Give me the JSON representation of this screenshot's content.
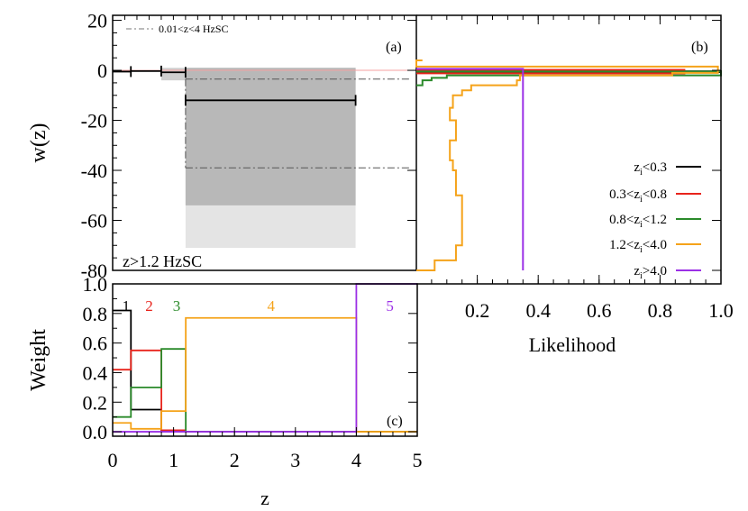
{
  "chart_data": [
    {
      "id": "a",
      "type": "line",
      "panel_label": "(a)",
      "ylabel": "w(z)",
      "ylim": [
        -80,
        22
      ],
      "yticks": [
        20,
        0,
        -20,
        -40,
        -60,
        -80
      ],
      "tick_labels": [
        "20",
        "0",
        "-20",
        "-40",
        "-60",
        "-80"
      ],
      "legend": "0.01<z<4 HzSC",
      "annotation": "z>1.2 HzSC",
      "xlim": [
        0,
        5
      ],
      "bands": [
        {
          "x": [
            0.8,
            1.2
          ],
          "y": [
            -4,
            1
          ],
          "color": "#cfcfcf"
        },
        {
          "x": [
            1.2,
            4.0
          ],
          "y": [
            -71,
            1
          ],
          "color": "#e4e4e4"
        },
        {
          "x": [
            1.2,
            4.0
          ],
          "y": [
            -54,
            1
          ],
          "color": "#b8b8b8"
        }
      ],
      "steps": [
        {
          "x": [
            0,
            0.3
          ],
          "w": -0.5
        },
        {
          "x": [
            0.3,
            0.8
          ],
          "w": -0.3
        },
        {
          "x": [
            0.8,
            1.2
          ],
          "w": -0.8
        },
        {
          "x": [
            1.2,
            4.0
          ],
          "w": -12
        }
      ],
      "dashdot_levels": [
        -3.5,
        -39
      ]
    },
    {
      "id": "b",
      "type": "line",
      "panel_label": "(b)",
      "xlabel": "Likelihood",
      "xlim": [
        0,
        1.0
      ],
      "xticks": [
        0.2,
        0.4,
        0.6,
        0.8,
        1.0
      ],
      "tick_labels": [
        "0.2",
        "0.4",
        "0.6",
        "0.8",
        "1.0"
      ],
      "series": [
        {
          "name": "z_i<0.3",
          "main": "z",
          "sub": "i",
          "rest": "<0.3",
          "color": "#000000",
          "points": [
            [
              0,
              -0.4
            ],
            [
              1.0,
              -0.4
            ],
            [
              1.0,
              -0.7
            ],
            [
              0,
              -0.7
            ]
          ]
        },
        {
          "name": "0.3<z_i<0.8",
          "pre": "0.3<",
          "main": "z",
          "sub": "i",
          "rest": "<0.8",
          "color": "#e8241c",
          "points": [
            [
              0,
              0.2
            ],
            [
              0.88,
              0.2
            ],
            [
              0.88,
              -1.2
            ],
            [
              0,
              -1.2
            ]
          ]
        },
        {
          "name": "0.8<z_i<1.2",
          "pre": "0.8<",
          "main": "z",
          "sub": "i",
          "rest": "<1.2",
          "color": "#2a8a2a",
          "points": [
            [
              0,
              -6
            ],
            [
              0.02,
              -6
            ],
            [
              0.02,
              -4
            ],
            [
              0.05,
              -4
            ],
            [
              0.05,
              -3
            ],
            [
              0.1,
              -3
            ],
            [
              0.1,
              -2
            ],
            [
              1.0,
              -2
            ],
            [
              1.0,
              -0.5
            ],
            [
              0,
              -0.5
            ]
          ]
        },
        {
          "name": "1.2<z_i<4.0",
          "pre": "1.2<",
          "main": "z",
          "sub": "i",
          "rest": "<4.0",
          "color": "#f5a31a",
          "points": [
            [
              0,
              -80
            ],
            [
              0.06,
              -80
            ],
            [
              0.06,
              -76
            ],
            [
              0.13,
              -76
            ],
            [
              0.13,
              -70
            ],
            [
              0.15,
              -70
            ],
            [
              0.15,
              -50
            ],
            [
              0.13,
              -50
            ],
            [
              0.13,
              -40
            ],
            [
              0.12,
              -40
            ],
            [
              0.12,
              -36
            ],
            [
              0.11,
              -36
            ],
            [
              0.11,
              -28
            ],
            [
              0.13,
              -28
            ],
            [
              0.13,
              -20
            ],
            [
              0.11,
              -20
            ],
            [
              0.11,
              -15
            ],
            [
              0.12,
              -15
            ],
            [
              0.12,
              -10
            ],
            [
              0.15,
              -10
            ],
            [
              0.15,
              -8
            ],
            [
              0.18,
              -8
            ],
            [
              0.18,
              -6
            ],
            [
              0.33,
              -6
            ],
            [
              0.33,
              -4
            ],
            [
              0.34,
              -4
            ],
            [
              0.34,
              -2
            ],
            [
              0.84,
              -2
            ],
            [
              0.84,
              -1
            ],
            [
              0.99,
              -1
            ],
            [
              0.99,
              1.5
            ],
            [
              0,
              1.5
            ],
            [
              0,
              4
            ],
            [
              0.02,
              4
            ]
          ]
        },
        {
          "name": "z_i>4.0",
          "main": "z",
          "sub": "i",
          "rest": ">4.0",
          "color": "#9b30e6",
          "points": [
            [
              0,
              0.6
            ],
            [
              0.35,
              0.6
            ],
            [
              0.35,
              -80
            ]
          ]
        }
      ]
    },
    {
      "id": "c",
      "type": "line",
      "panel_label": "(c)",
      "ylabel": "Weight",
      "xlabel": "z",
      "xlim": [
        0,
        5
      ],
      "ylim": [
        -0.03,
        1.0
      ],
      "xticks": [
        0,
        1,
        2,
        3,
        4,
        5
      ],
      "xtick_labels": [
        "0",
        "1",
        "2",
        "3",
        "4",
        "5"
      ],
      "yticks": [
        1.0,
        0.8,
        0.6,
        0.4,
        0.2,
        0.0
      ],
      "ytick_labels": [
        "1.0",
        "0.8",
        "0.6",
        "0.4",
        "0.2",
        "0.0"
      ],
      "bin_edges": [
        0,
        0.3,
        0.8,
        1.2,
        4.0,
        5.0
      ],
      "bin_labels": [
        {
          "text": "1",
          "color": "#000000",
          "x": 0.22
        },
        {
          "text": "2",
          "color": "#e8241c",
          "x": 0.6
        },
        {
          "text": "3",
          "color": "#2a8a2a",
          "x": 1.05
        },
        {
          "text": "4",
          "color": "#f5a31a",
          "x": 2.6
        },
        {
          "text": "5",
          "color": "#9b30e6",
          "x": 4.55
        }
      ],
      "series": [
        {
          "name": "z_i<0.3",
          "color": "#000000",
          "values": [
            0.82,
            0.15,
            0.0,
            0.0,
            0.0
          ]
        },
        {
          "name": "0.3<z_i<0.8",
          "color": "#e8241c",
          "values": [
            0.42,
            0.55,
            0.01,
            0.0,
            0.0
          ]
        },
        {
          "name": "0.8<z_i<1.2",
          "color": "#2a8a2a",
          "values": [
            0.1,
            0.3,
            0.56,
            0.0,
            0.0
          ]
        },
        {
          "name": "1.2<z_i<4.0",
          "color": "#f5a31a",
          "values": [
            0.06,
            0.02,
            0.14,
            0.77,
            0.0
          ]
        },
        {
          "name": "z_i>4.0",
          "color": "#9b30e6",
          "values": [
            0.0,
            0.0,
            0.0,
            0.0,
            1.0
          ]
        }
      ]
    }
  ]
}
